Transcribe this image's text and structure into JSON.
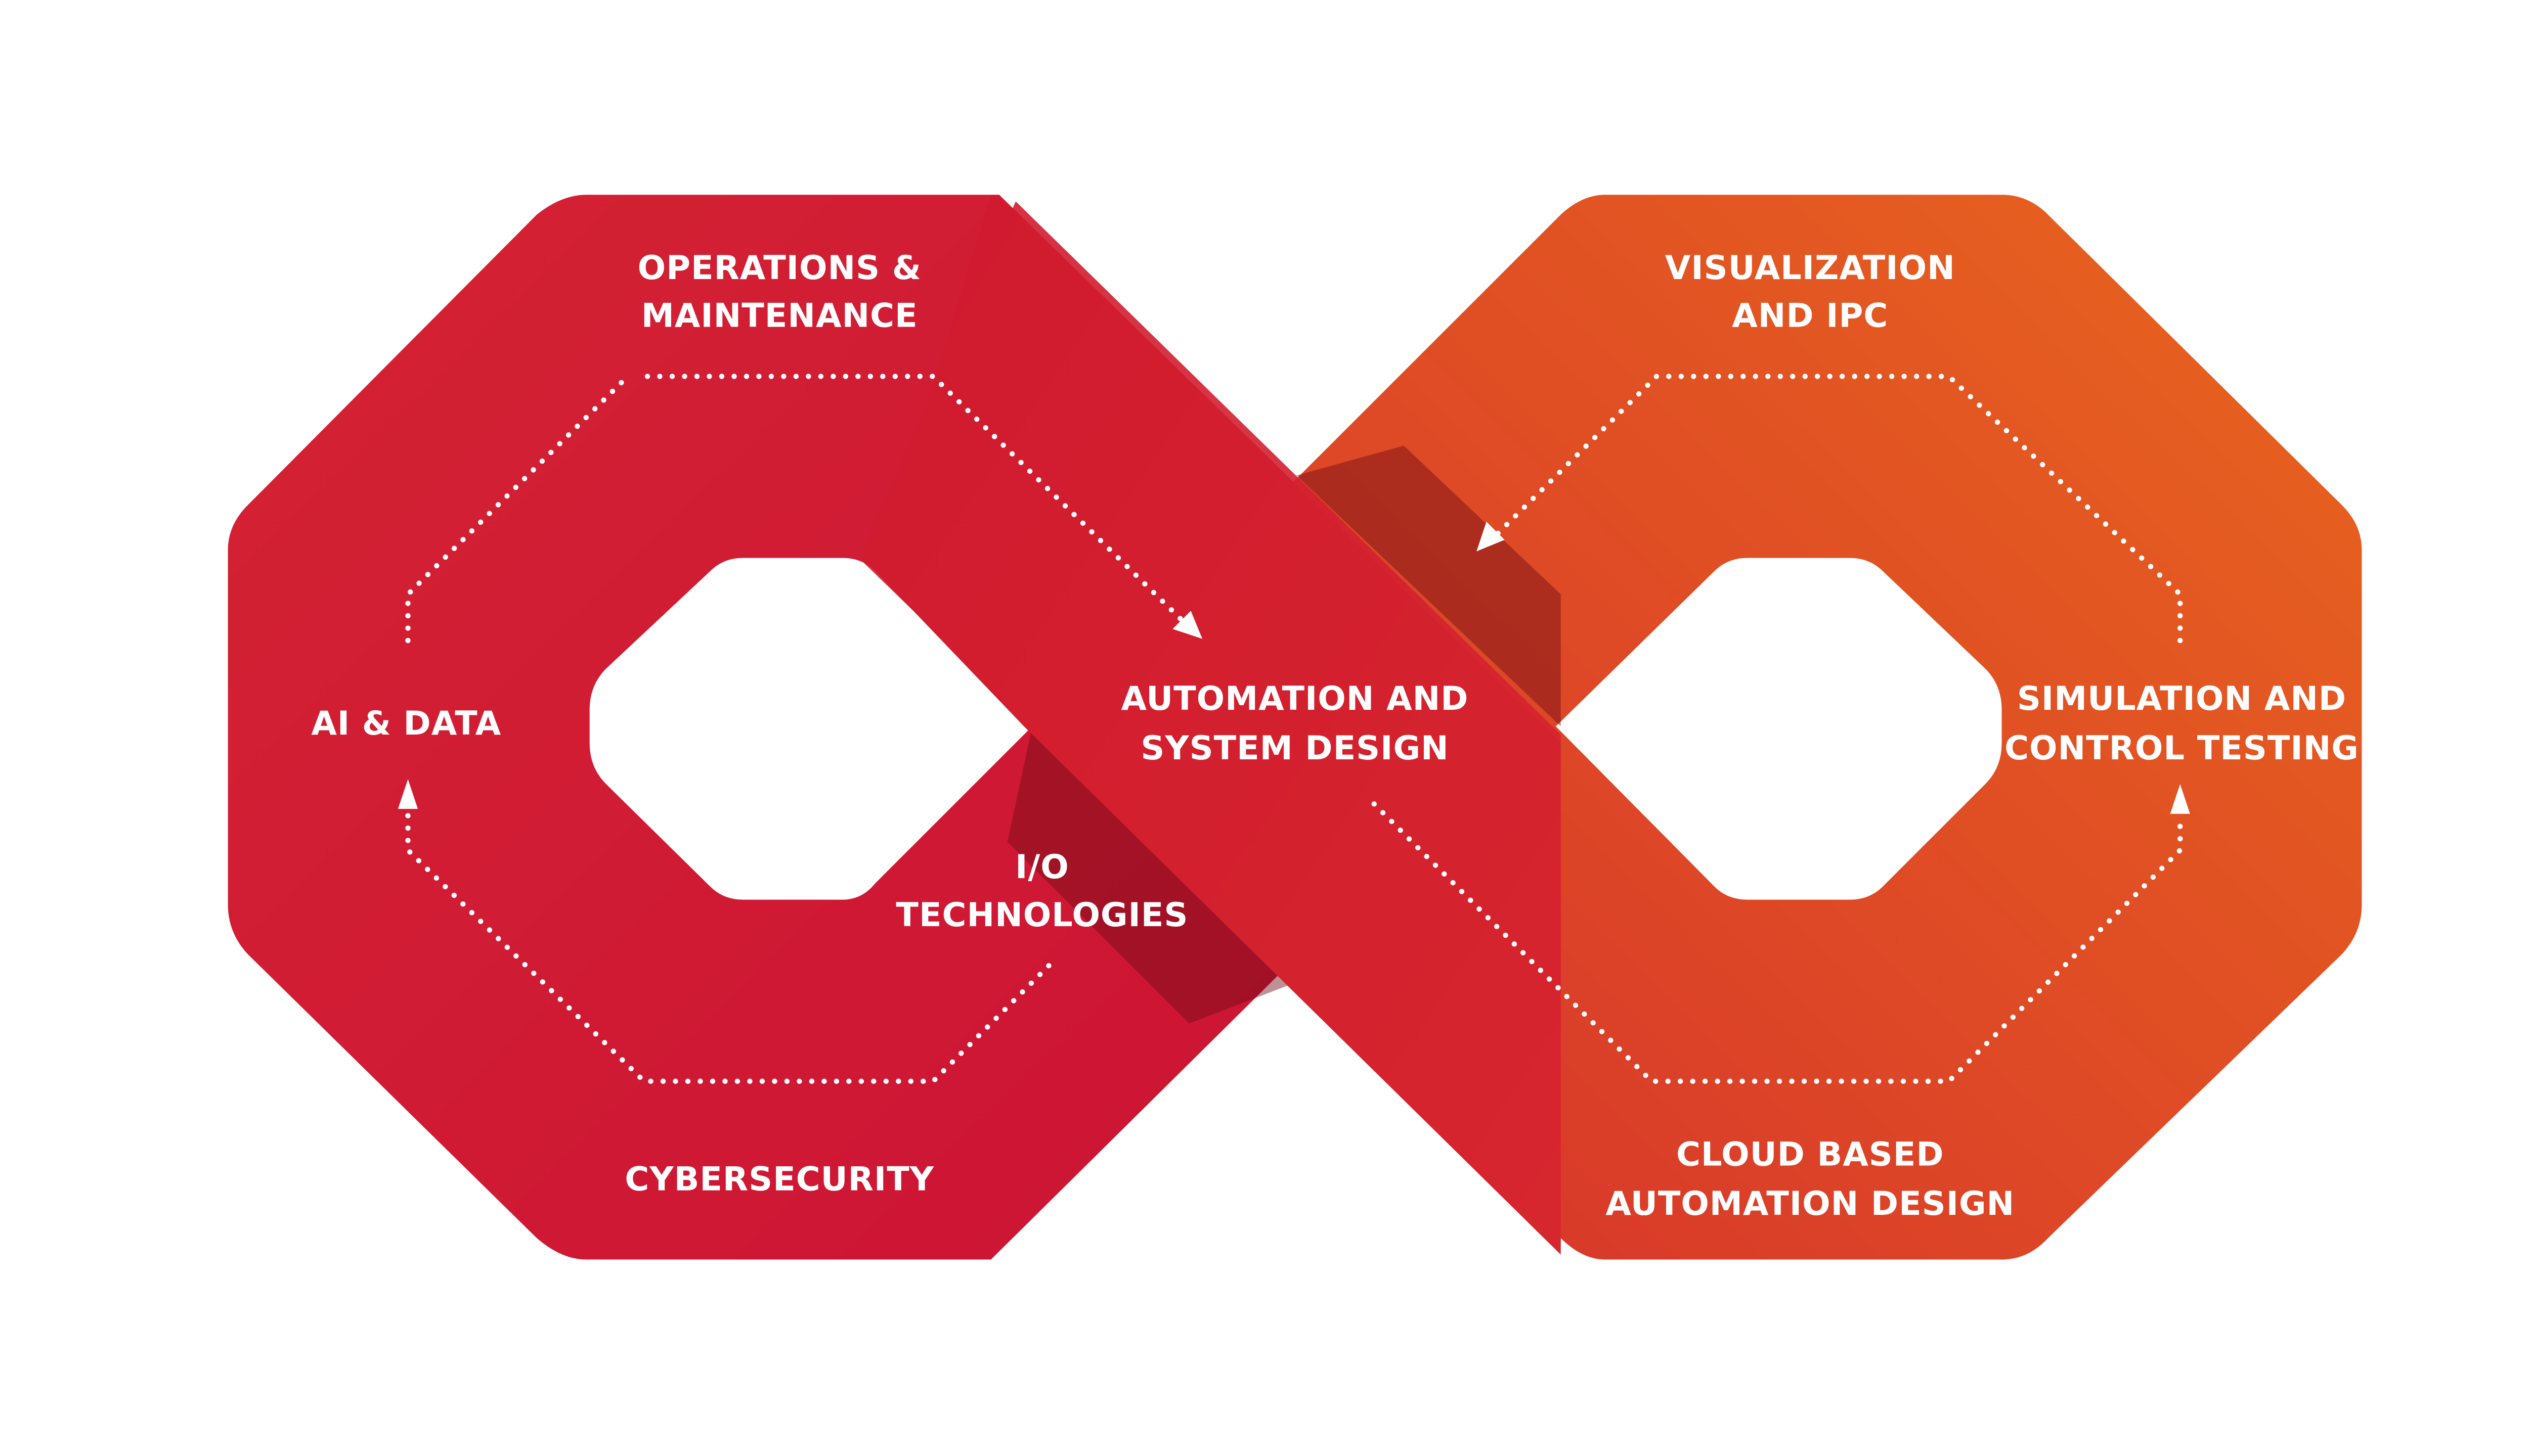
{
  "diagram": {
    "colors": {
      "left_loop": "#cf1533",
      "right_loop": "#e55d1f",
      "crossing_band": "#d4232f",
      "shadow": "#6e0c16",
      "text": "#ffffff"
    },
    "nodes": {
      "operations": {
        "line1": "OPERATIONS &",
        "line2": "MAINTENANCE"
      },
      "ai_data": {
        "line1": "AI & DATA"
      },
      "cybersecurity": {
        "line1": "CYBERSECURITY"
      },
      "io": {
        "line1": "I/O",
        "line2": "TECHNOLOGIES"
      },
      "automation": {
        "line1": "AUTOMATION AND",
        "line2": "SYSTEM DESIGN"
      },
      "visualization": {
        "line1": "VISUALIZATION",
        "line2": "AND IPC"
      },
      "simulation": {
        "line1": "SIMULATION AND",
        "line2": "CONTROL TESTING"
      },
      "cloud": {
        "line1": "CLOUD BASED",
        "line2": "AUTOMATION DESIGN"
      }
    },
    "icons": [
      "arrow-head-icon",
      "dotted-path"
    ]
  }
}
